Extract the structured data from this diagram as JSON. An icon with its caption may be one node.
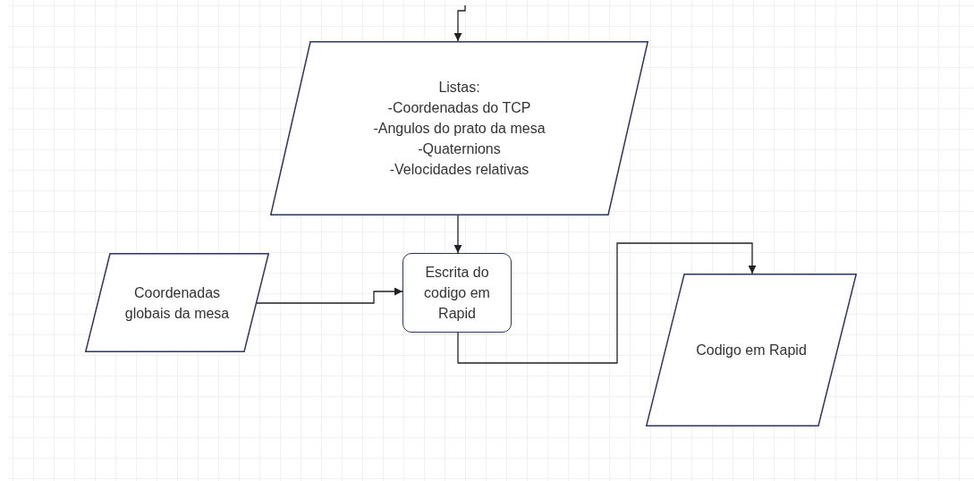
{
  "diagram": {
    "nodes": [
      {
        "text": [
          "Listas:",
          "-Coordenadas do TCP",
          "-Angulos do prato da mesa",
          "-Quaternions",
          "-Velocidades relativas"
        ]
      },
      {
        "text": [
          "Coordenadas globais da mesa"
        ]
      },
      {
        "text": [
          "Escrita do codigo em Rapid"
        ]
      },
      {
        "text": [
          "Codigo em Rapid"
        ]
      }
    ],
    "edges": [
      {
        "from": null,
        "to": 0,
        "arrow": "to"
      },
      {
        "from": 0,
        "to": 2,
        "arrow": "to"
      },
      {
        "from": 1,
        "to": 2,
        "arrow": "to"
      },
      {
        "from": 2,
        "to": 3,
        "arrow": "to"
      }
    ]
  }
}
